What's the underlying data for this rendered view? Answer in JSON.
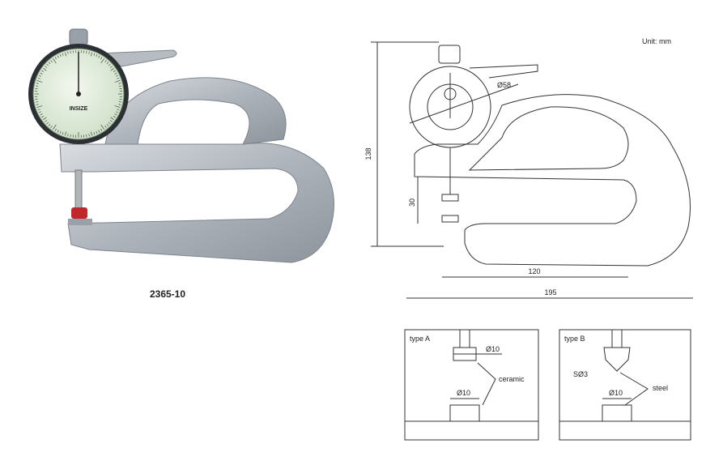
{
  "product": {
    "model": "2365-10",
    "brand": "INSIZE"
  },
  "drawing": {
    "unit": "Unit: mm",
    "dims": {
      "height": "138",
      "gap": "30",
      "depth": "120",
      "length": "195",
      "dial": "Ø58"
    }
  },
  "details": {
    "typeA": {
      "title": "type A",
      "d_upper": "Ø10",
      "d_lower": "Ø10",
      "material": "ceramic"
    },
    "typeB": {
      "title": "type B",
      "sphere": "SØ3",
      "d_lower": "Ø10",
      "material": "steel"
    }
  }
}
